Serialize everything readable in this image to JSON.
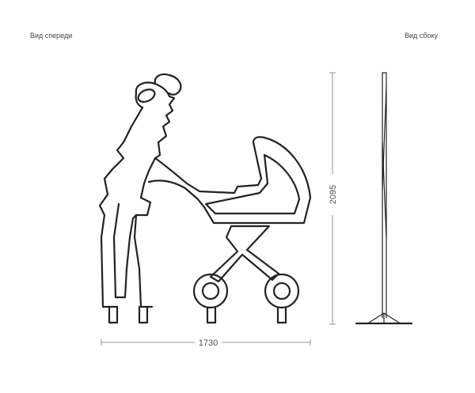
{
  "labels": {
    "front_view": "Вид спереди",
    "side_view": "Вид сбоку"
  },
  "dimensions": {
    "width": "1730",
    "height": "2095"
  }
}
